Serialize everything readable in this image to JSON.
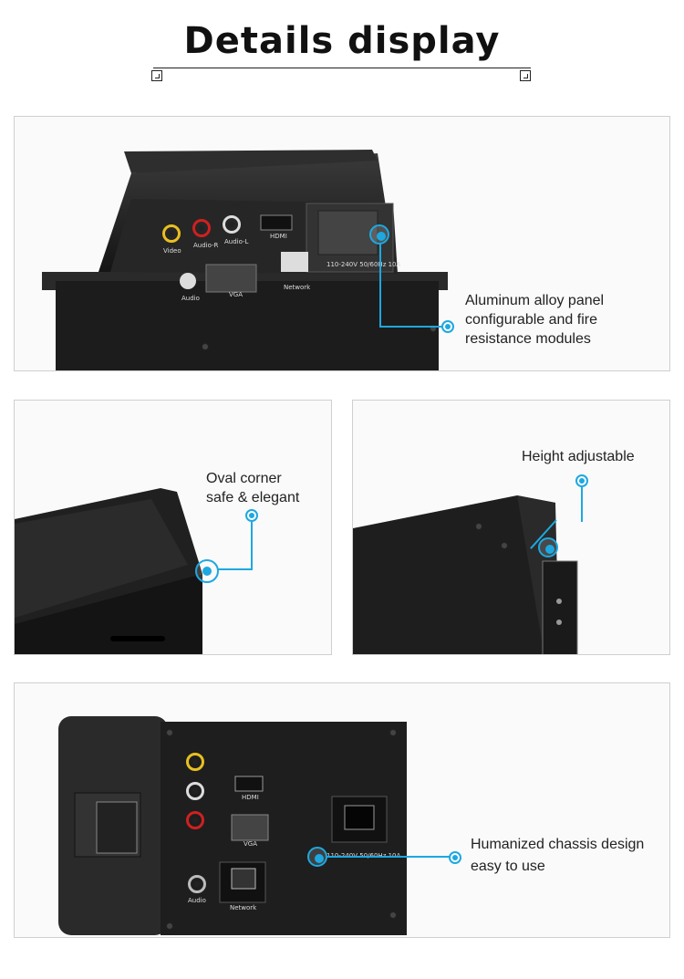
{
  "header": {
    "title": "Details display"
  },
  "callouts": {
    "panel_1": {
      "lines": [
        "Aluminum alloy panel",
        "configurable and fire",
        "resistance modules"
      ]
    },
    "panel_2": {
      "lines": [
        "Oval corner",
        "safe & elegant"
      ]
    },
    "panel_3": {
      "lines": [
        "Height adjustable"
      ]
    },
    "panel_4": {
      "lines": [
        "Humanized chassis design",
        "easy to use"
      ]
    }
  },
  "product_labels": {
    "video": "Video",
    "audio_r": "Audio-R",
    "audio_l": "Audio-L",
    "hdmi": "HDMI",
    "audio": "Audio",
    "vga": "VGA",
    "network": "Network",
    "power_rating": "110-240V 50/60Hz 10A"
  },
  "colors": {
    "accent": "#1da8e0",
    "product": "#1e1e1e"
  }
}
